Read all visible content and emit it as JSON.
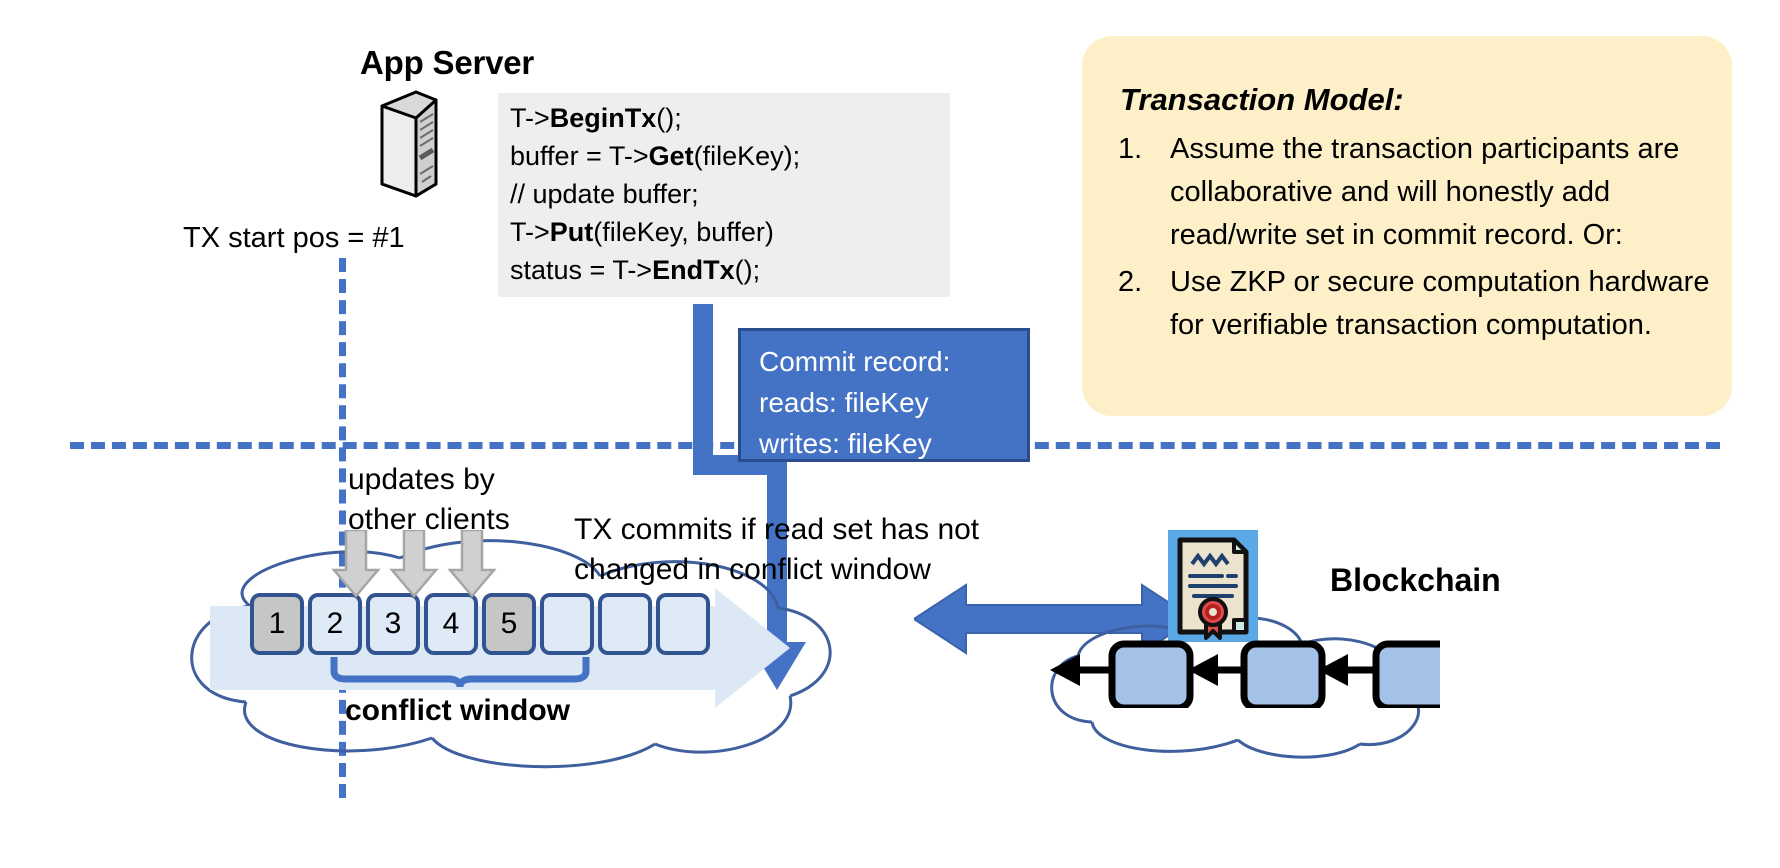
{
  "app_server": {
    "title": "App Server",
    "icon": "server-tower-icon",
    "code_lines": [
      {
        "pre": "T->",
        "bold": "BeginTx",
        "post": "();"
      },
      {
        "pre": "buffer = T->",
        "bold": "Get",
        "post": "(fileKey);"
      },
      {
        "pre": "// update buffer;",
        "bold": "",
        "post": ""
      },
      {
        "pre": "T->",
        "bold": "Put",
        "post": "(fileKey, buffer)"
      },
      {
        "pre": "status = T->",
        "bold": "EndTx",
        "post": "();"
      }
    ]
  },
  "tx_start": {
    "label": "TX start pos = #1"
  },
  "commit_record": {
    "lines": [
      "Commit record:",
      "reads: fileKey",
      "writes: fileKey"
    ]
  },
  "transaction_model": {
    "title": "Transaction Model:",
    "items": [
      {
        "num": "1.",
        "text": "Assume the transaction participants are collaborative and will honestly add read/write set in commit record.  Or:"
      },
      {
        "num": "2.",
        "text": "Use ZKP or secure computation hardware for verifiable transaction computation."
      }
    ]
  },
  "ledger": {
    "updates_label": "updates by\nother clients",
    "commit_label": "TX commits if read set has not\nchanged in conflict window",
    "conflict_window_label": "conflict window",
    "blocks": [
      {
        "label": "1",
        "filled": true
      },
      {
        "label": "2",
        "filled": false
      },
      {
        "label": "3",
        "filled": false
      },
      {
        "label": "4",
        "filled": false
      },
      {
        "label": "5",
        "filled": true
      },
      {
        "label": "",
        "filled": false
      },
      {
        "label": "",
        "filled": false
      },
      {
        "label": "",
        "filled": false
      }
    ]
  },
  "blockchain": {
    "label": "Blockchain",
    "cert_icon": "certificate-contract-icon",
    "sync_arrow_icon": "double-headed-arrow-icon",
    "block_count": 3
  },
  "colors": {
    "accent_blue": "#4472c4",
    "dark_blue_border": "#2a4d8f",
    "block_fill": "#deeaf6",
    "block_filled": "#c6c6c6",
    "block_border": "#31538f",
    "callout_bg": "#fdf0c8",
    "code_bg": "#eeeeee",
    "cloud_stroke": "#3f5f9e",
    "bc_block_fill": "#a4c2e8",
    "cert_bg": "#5aa9e6"
  }
}
